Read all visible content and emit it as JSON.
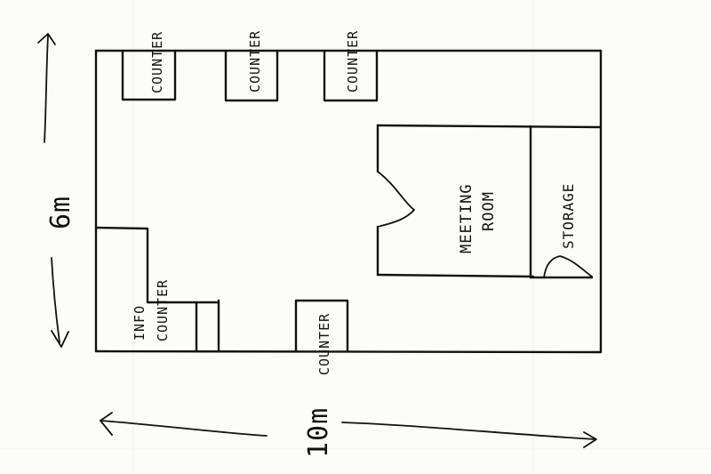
{
  "labels": {
    "counter_top_1": "COUNTER",
    "counter_top_2": "COUNTER",
    "counter_top_3": "COUNTER",
    "counter_bottom": "COUNTER",
    "info_line1": "INFO",
    "info_line2": "COUNTER",
    "meeting_line1": "MEETING",
    "meeting_line2": "ROOM",
    "storage": "STORAGE",
    "width_dimension": "6m",
    "length_dimension": "10m"
  }
}
